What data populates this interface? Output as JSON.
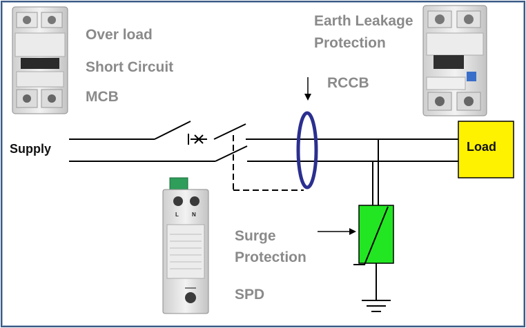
{
  "labels": {
    "overload": "Over load",
    "short_circuit": "Short Circuit",
    "mcb": "MCB",
    "earth_leakage_line1": "Earth Leakage",
    "earth_leakage_line2": "Protection",
    "rccb": "RCCB",
    "supply": "Supply",
    "load": "Load",
    "surge_line1": "Surge",
    "surge_line2": "Protection",
    "spd": "SPD"
  },
  "device_markings": {
    "spd_terminal_l": "L",
    "spd_terminal_n": "N"
  },
  "colors": {
    "frame": "#3b5a85",
    "wire": "#000000",
    "rccb_ring": "#2b2f8f",
    "load_fill": "#fff200",
    "surge_fill": "#22e622",
    "label_gray": "#8a8a8a",
    "terminal_green": "#2e9e5a"
  }
}
